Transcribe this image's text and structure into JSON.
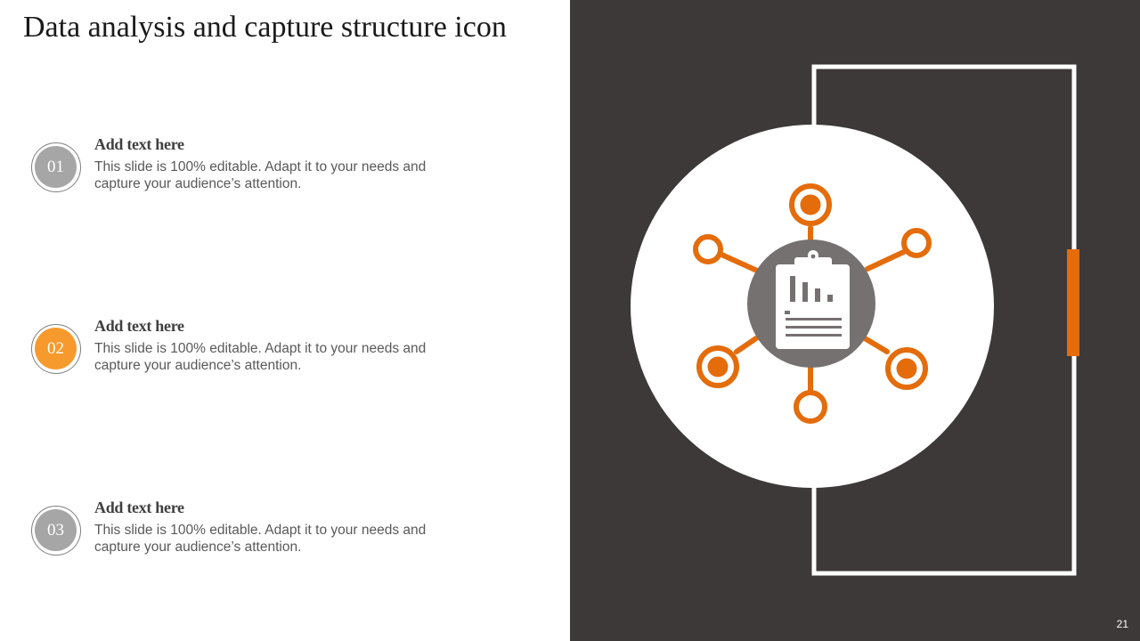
{
  "slide": {
    "title": "Data analysis and capture structure icon",
    "page_number": "21",
    "items": [
      {
        "number": "01",
        "heading": "Add text here",
        "body": "This slide is 100% editable. Adapt it to your needs and capture your audience’s attention.",
        "highlighted": false
      },
      {
        "number": "02",
        "heading": "Add text here",
        "body": "This slide is 100% editable. Adapt it to your needs and capture your audience’s attention.",
        "highlighted": true
      },
      {
        "number": "03",
        "heading": "Add text here",
        "body": "This slide is 100% editable. Adapt it to your needs and capture your audience’s attention.",
        "highlighted": false
      }
    ]
  },
  "icons": {
    "central": "data-network-clipboard-icon"
  },
  "colors": {
    "accent": "#e46c0a",
    "badge_accent": "#f79a2e",
    "badge_default": "#a6a6a6",
    "panel": "#3d3938",
    "hub": "#767171",
    "frame": "#ffffff"
  }
}
